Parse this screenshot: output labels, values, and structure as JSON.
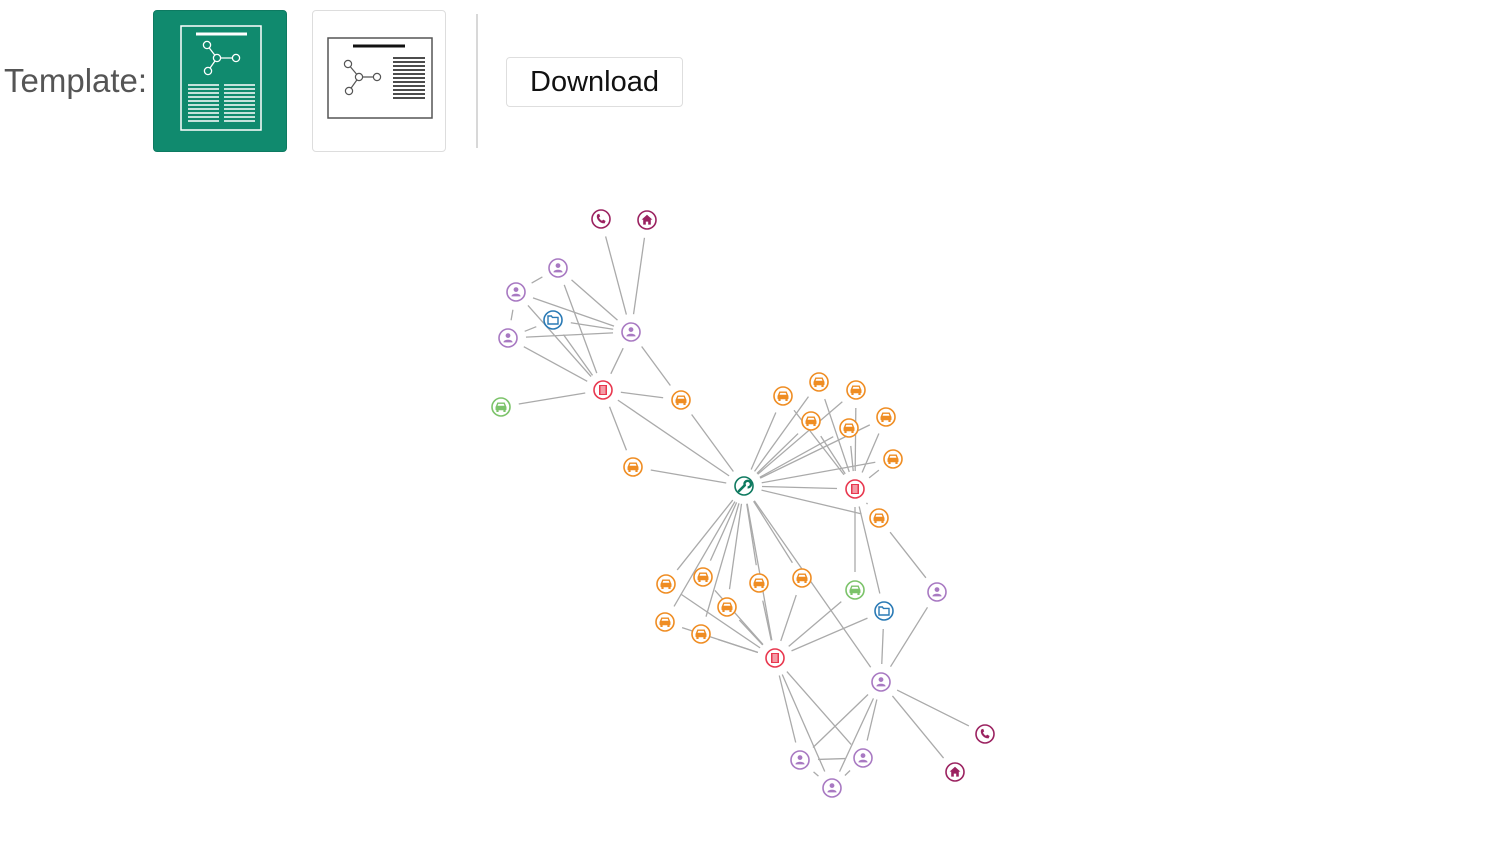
{
  "toolbar": {
    "template_label": "Template:",
    "download_label": "Download",
    "templates": [
      {
        "name": "portrait",
        "selected": true,
        "icon": "portrait-report-icon"
      },
      {
        "name": "landscape",
        "selected": false,
        "icon": "landscape-report-icon"
      }
    ]
  },
  "colors": {
    "accent": "#108a6e",
    "edge": "#aaaaaa",
    "person": "#a879c2",
    "vehicle": "#ef8d23",
    "vehicle_alt": "#7cc36a",
    "document": "#e8384f",
    "folder": "#2a7ab5",
    "phone": "#9b2260",
    "house": "#9b2260",
    "tool": "#0f7a60"
  },
  "network": {
    "nodes": [
      {
        "id": "phone1",
        "type": "phone"
      },
      {
        "id": "house1",
        "type": "house"
      },
      {
        "id": "p1",
        "type": "person"
      },
      {
        "id": "p2",
        "type": "person"
      },
      {
        "id": "p3",
        "type": "person"
      },
      {
        "id": "p4",
        "type": "person"
      },
      {
        "id": "f1",
        "type": "folder"
      },
      {
        "id": "d1",
        "type": "document"
      },
      {
        "id": "gv1",
        "type": "vehicle_alt"
      },
      {
        "id": "v1",
        "type": "vehicle"
      },
      {
        "id": "v2",
        "type": "vehicle"
      },
      {
        "id": "hub",
        "type": "tool"
      },
      {
        "id": "v3",
        "type": "vehicle"
      },
      {
        "id": "v4",
        "type": "vehicle"
      },
      {
        "id": "v5",
        "type": "vehicle"
      },
      {
        "id": "v6",
        "type": "vehicle"
      },
      {
        "id": "v7",
        "type": "vehicle"
      },
      {
        "id": "v8",
        "type": "vehicle"
      },
      {
        "id": "v9",
        "type": "vehicle"
      },
      {
        "id": "d2",
        "type": "document"
      },
      {
        "id": "v10",
        "type": "vehicle"
      },
      {
        "id": "v11",
        "type": "vehicle"
      },
      {
        "id": "v12",
        "type": "vehicle"
      },
      {
        "id": "v13",
        "type": "vehicle"
      },
      {
        "id": "v14",
        "type": "vehicle"
      },
      {
        "id": "v15",
        "type": "vehicle"
      },
      {
        "id": "v16",
        "type": "vehicle"
      },
      {
        "id": "v17",
        "type": "vehicle"
      },
      {
        "id": "v18",
        "type": "vehicle"
      },
      {
        "id": "gv2",
        "type": "vehicle_alt"
      },
      {
        "id": "f2",
        "type": "folder"
      },
      {
        "id": "p5",
        "type": "person"
      },
      {
        "id": "d3",
        "type": "document"
      },
      {
        "id": "p6",
        "type": "person"
      },
      {
        "id": "phone2",
        "type": "phone"
      },
      {
        "id": "house2",
        "type": "house"
      },
      {
        "id": "p7",
        "type": "person"
      },
      {
        "id": "p8",
        "type": "person"
      },
      {
        "id": "p9",
        "type": "person"
      }
    ],
    "edges": [
      [
        "phone1",
        "p4"
      ],
      [
        "house1",
        "p4"
      ],
      [
        "p1",
        "p4"
      ],
      [
        "p2",
        "p4"
      ],
      [
        "p3",
        "p4"
      ],
      [
        "f1",
        "p4"
      ],
      [
        "p1",
        "p2"
      ],
      [
        "p2",
        "p3"
      ],
      [
        "p1",
        "d1"
      ],
      [
        "p2",
        "d1"
      ],
      [
        "p3",
        "d1"
      ],
      [
        "p4",
        "d1"
      ],
      [
        "f1",
        "d1"
      ],
      [
        "p3",
        "f1"
      ],
      [
        "p4",
        "v1"
      ],
      [
        "d1",
        "v1"
      ],
      [
        "d1",
        "gv1"
      ],
      [
        "d1",
        "v2"
      ],
      [
        "d1",
        "hub"
      ],
      [
        "v1",
        "hub"
      ],
      [
        "v2",
        "hub"
      ],
      [
        "hub",
        "v3"
      ],
      [
        "hub",
        "v4"
      ],
      [
        "hub",
        "v5"
      ],
      [
        "hub",
        "v6"
      ],
      [
        "hub",
        "v7"
      ],
      [
        "hub",
        "v8"
      ],
      [
        "hub",
        "v9"
      ],
      [
        "hub",
        "d2"
      ],
      [
        "hub",
        "v10"
      ],
      [
        "d2",
        "v3"
      ],
      [
        "d2",
        "v4"
      ],
      [
        "d2",
        "v5"
      ],
      [
        "d2",
        "v6"
      ],
      [
        "d2",
        "v7"
      ],
      [
        "d2",
        "v8"
      ],
      [
        "d2",
        "v9"
      ],
      [
        "d2",
        "v10"
      ],
      [
        "d2",
        "gv2"
      ],
      [
        "d2",
        "f2"
      ],
      [
        "v10",
        "p5"
      ],
      [
        "hub",
        "v11"
      ],
      [
        "hub",
        "v12"
      ],
      [
        "hub",
        "v13"
      ],
      [
        "hub",
        "v14"
      ],
      [
        "hub",
        "v15"
      ],
      [
        "hub",
        "v16"
      ],
      [
        "hub",
        "v17"
      ],
      [
        "hub",
        "d3"
      ],
      [
        "hub",
        "p6"
      ],
      [
        "d3",
        "v11"
      ],
      [
        "d3",
        "v12"
      ],
      [
        "d3",
        "v13"
      ],
      [
        "d3",
        "v14"
      ],
      [
        "d3",
        "v15"
      ],
      [
        "d3",
        "v16"
      ],
      [
        "d3",
        "v17"
      ],
      [
        "d3",
        "gv2"
      ],
      [
        "d3",
        "f2"
      ],
      [
        "p5",
        "p6"
      ],
      [
        "f2",
        "p6"
      ],
      [
        "p6",
        "phone2"
      ],
      [
        "p6",
        "house2"
      ],
      [
        "p6",
        "p7"
      ],
      [
        "p6",
        "p8"
      ],
      [
        "p6",
        "p9"
      ],
      [
        "d3",
        "p7"
      ],
      [
        "d3",
        "p8"
      ],
      [
        "d3",
        "p9"
      ],
      [
        "p7",
        "p8"
      ],
      [
        "p7",
        "p9"
      ],
      [
        "p8",
        "p9"
      ]
    ]
  }
}
